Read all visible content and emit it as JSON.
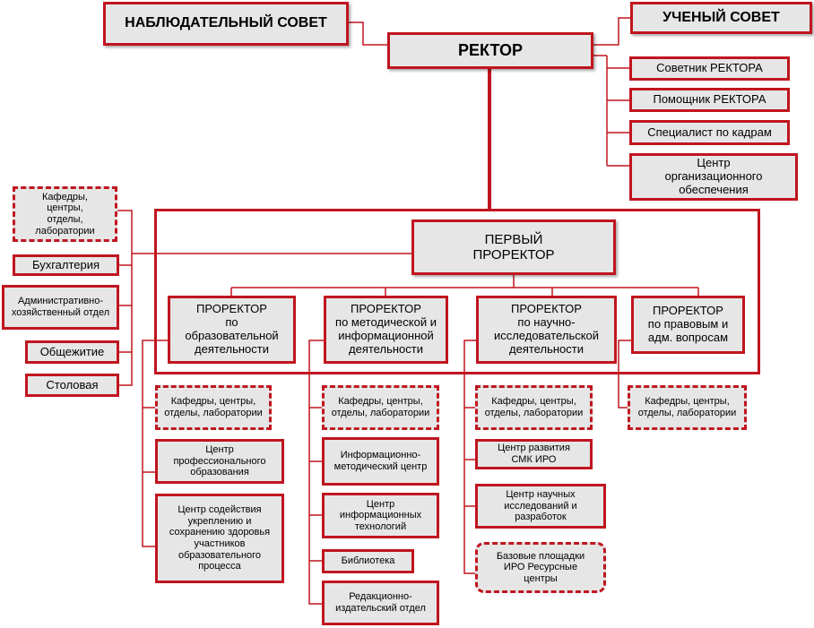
{
  "top": {
    "supervisory": "НАБЛЮДАТЕЛЬНЫЙ СОВЕТ",
    "academic": "УЧЕНЫЙ СОВЕТ",
    "rector": "РЕКТОР"
  },
  "rector_staff": [
    "Советник РЕКТОРА",
    "Помощник РЕКТОРА",
    "Специалист по кадрам",
    "Центр организационного обеспечения"
  ],
  "first_vice": "ПЕРВЫЙ ПРОРЕКТОР",
  "left_units": [
    "Кафедры, центры, отделы, лаборатории",
    "Бухгалтерия",
    "Административно-хозяйственный отдел",
    "Общежитие",
    "Столовая"
  ],
  "vice_rectors": [
    {
      "title": "ПРОРЕКТОР",
      "sub": "по образовательной деятельности"
    },
    {
      "title": "ПРОРЕКТОР",
      "sub": "по методической и информационной деятельности"
    },
    {
      "title": "ПРОРЕКТОР",
      "sub": "по научно-исследовательской деятельности"
    },
    {
      "title": "ПРОРЕКТОР",
      "sub": "по правовым и адм. вопросам"
    }
  ],
  "col1": [
    "Кафедры, центры, отделы, лаборатории",
    "Центр профессионального образования",
    "Центр содействия укреплению и сохранению здоровья участников образовательного процесса"
  ],
  "col2": [
    "Кафедры, центры, отделы, лаборатории",
    "Информационно-методический центр",
    "Центр информационных технологий",
    "Библиотека",
    "Редакционно-издательский отдел"
  ],
  "col3": [
    "Кафедры, центры, отделы, лаборатории",
    "Центр развития СМК ИРО",
    "Центр научных исследований и разработок",
    "Базовые площадки ИРО Ресурсные центры"
  ],
  "col4": [
    "Кафедры, центры, отделы, лаборатории"
  ],
  "colors": {
    "accent": "#c0151f",
    "box_fill": "#e6e6e6"
  }
}
